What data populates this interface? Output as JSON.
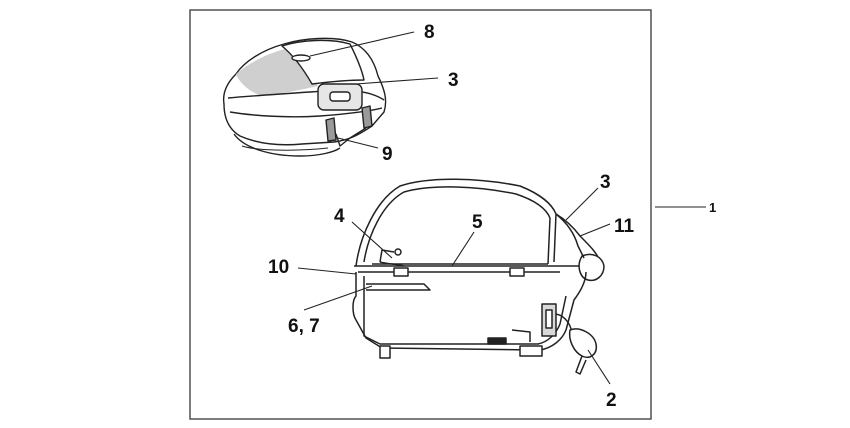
{
  "diagram": {
    "callouts": [
      {
        "id": "c8",
        "label": "8"
      },
      {
        "id": "c3a",
        "label": "3"
      },
      {
        "id": "c9",
        "label": "9"
      },
      {
        "id": "c3b",
        "label": "3"
      },
      {
        "id": "c11",
        "label": "11"
      },
      {
        "id": "c1",
        "label": "1"
      },
      {
        "id": "c4",
        "label": "4"
      },
      {
        "id": "c5",
        "label": "5"
      },
      {
        "id": "c10",
        "label": "10"
      },
      {
        "id": "c67",
        "label": "6, 7"
      },
      {
        "id": "c2",
        "label": "2"
      }
    ],
    "colors": {
      "line": "#222222",
      "frame": "#444444",
      "shade": "#bdbdbd"
    }
  }
}
